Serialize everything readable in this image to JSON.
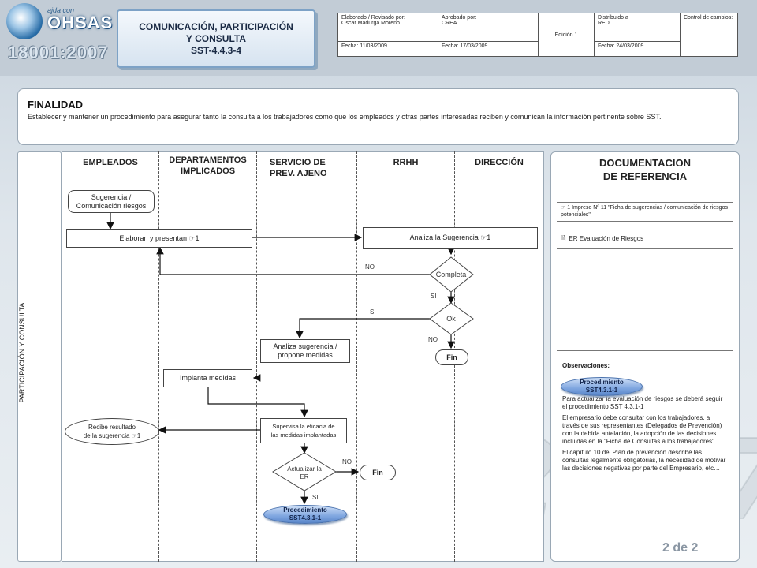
{
  "header": {
    "logo_small": "ajda con",
    "logo_brand": "OHSAS",
    "logo_year": "18001:2007",
    "title_line1": "COMUNICACIÓN,  PARTICIPACIÓN",
    "title_line2": "Y CONSULTA",
    "title_line3": "SST-4.4.3-4"
  },
  "info": {
    "elaborado": "Elaborado  / Revisado por:\nOscar Madurga Moreno",
    "aprobado": "Aprobado  por:\nCREA",
    "edicion": "Edición 1",
    "distribuido": "Distribuido a\nRED",
    "control": "Control de cambios:",
    "fecha1": "Fecha: 11/03/2009",
    "fecha2": "Fecha: 17/03/2009",
    "fecha3": "Fecha: 24/03/2009"
  },
  "finalidad": {
    "title": "FINALIDAD",
    "text": "Establecer y mantener un procedimiento para asegurar tanto la consulta a los trabajadores como que los empleados y otras partes interesadas reciben y comunican la información pertinente sobre SST."
  },
  "side_label": "PARTICIPACIÓN Y CONSULTA",
  "lanes": {
    "empleados": "EMPLEADOS",
    "departamentos_1": "DEPARTAMENTOS",
    "departamentos_2": "IMPLICADOS",
    "servicio_1": "SERVICIO DE",
    "servicio_2": "PREV. AJENO",
    "rrhh": "RRHH",
    "direccion": "DIRECCIÓN"
  },
  "documentacion": {
    "title_1": "DOCUMENTACION",
    "title_2": "DE REFERENCIA",
    "ref1": "1 Impreso Nº 11 \"Ficha de sugerencias / comunicación de riesgos potenciales\"",
    "ref2": "ER Evaluación de Riesgos"
  },
  "nodes": {
    "sugerencia_1": "Sugerencia /",
    "sugerencia_2": "Comunicación riesgos",
    "elaboran": "Elaboran y presentan ☞1",
    "analiza_sugerencia": "Analiza la  Sugerencia ☞1",
    "completa": "Completa",
    "ok": "Ok",
    "fin_1": "Fin",
    "analiza_propone_1": "Analiza sugerencia /",
    "analiza_propone_2": "propone medidas",
    "implanta": "Implanta medidas",
    "recibe_1": "Recibe resultado",
    "recibe_2": "de la sugerencia ☞1",
    "supervisa_1": "Supervisa la eficacia de",
    "supervisa_2": "las medidas implantadas",
    "actualizar_1": "Actualizar la",
    "actualizar_2": "ER",
    "fin_2": "Fin",
    "proc_1": "Procedimiento",
    "proc_2": "SST4.3.1-1"
  },
  "edge_labels": {
    "no_completa": "NO",
    "si_completa": "SI",
    "si_ok": "SI",
    "no_ok": "NO",
    "no_actualizar": "NO",
    "si_actualizar": "SI"
  },
  "observaciones": {
    "title": "Observaciones:",
    "proc_1": "Procedimiento",
    "proc_2": "SST4.3.1-1",
    "p1": "Para actualizar la evaluación de riesgos se deberá seguir el procedimiento SST 4.3.1-1",
    "p2": "El empresario debe consultar con los trabajadores, a través de sus representantes (Delegados de Prevención) con la debida antelación, la adopción de las decisiones incluidas en la \"Ficha de Consultas a los trabajadores\"",
    "p3": "El capítulo 10 del Plan de prevención describe las consultas legalmente obligatorias, la necesidad de motivar las decisiones negativas por parte del Empresario, etc…"
  },
  "page": "2 de 2",
  "watermark_1": "OHSAS",
  "watermark_2": "18001:2007",
  "colors": {
    "proc_oval": "#7fa6e0",
    "title_border": "#7da2c6",
    "header_band": "#c2ccd6"
  }
}
